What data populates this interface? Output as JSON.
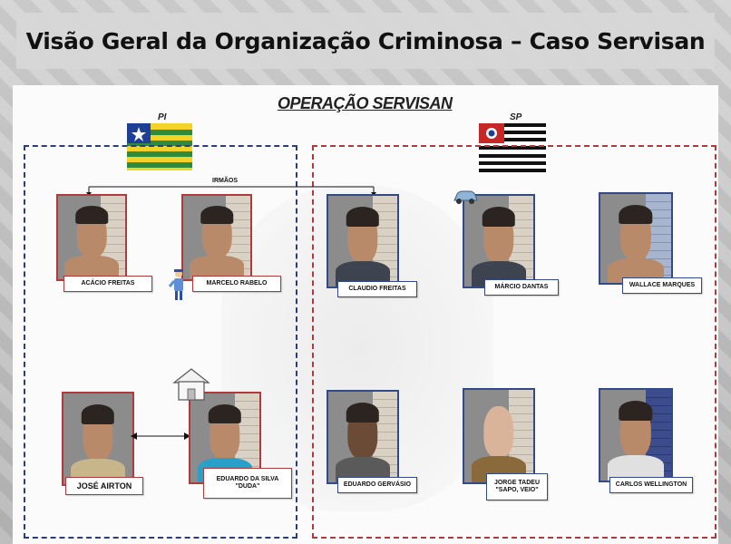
{
  "header": {
    "title": "Visão Geral da Organização Criminosa – Caso Servisan"
  },
  "slide": {
    "operation_title": "OPERAÇÃO SERVISAN",
    "regions": {
      "pi": "PI",
      "sp": "SP"
    },
    "relation_label": "IRMÃOS",
    "people": [
      {
        "name": "ACÁCIO FREITAS"
      },
      {
        "name": "MARCELO RABELO"
      },
      {
        "name": "CLAUDIO FREITAS"
      },
      {
        "name": "MÁRCIO DANTAS"
      },
      {
        "name": "WALLACE MARQUES"
      },
      {
        "name": "JOSÉ AIRTON"
      },
      {
        "name": "EDUARDO DA SILVA \"DUDA\""
      },
      {
        "name": "EDUARDO GERVÁSIO"
      },
      {
        "name": "JORGE TADEU \"SAPO, VEIO\""
      },
      {
        "name": "CARLOS WELLINGTON"
      }
    ]
  },
  "colors": {
    "pi_border": "#2b3d7a",
    "sp_border": "#b03a3a",
    "photo_frame": "#b23a3a"
  }
}
